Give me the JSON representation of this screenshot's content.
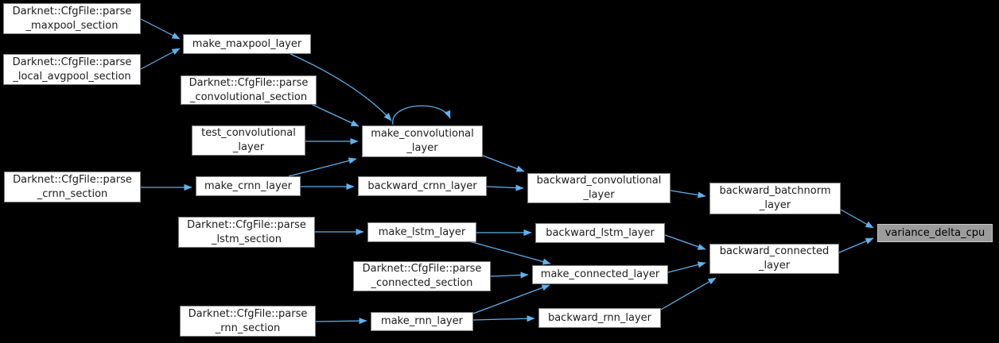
{
  "diagram": {
    "kind": "call-graph",
    "highlighted_node": "variance_delta_cpu",
    "nodes": [
      {
        "id": "parse_maxpool_section",
        "label": "Darknet::CfgFile::parse\n_maxpool_section"
      },
      {
        "id": "parse_local_avgpool_section",
        "label": "Darknet::CfgFile::parse\n_local_avgpool_section"
      },
      {
        "id": "make_maxpool_layer",
        "label": "make_maxpool_layer"
      },
      {
        "id": "parse_convolutional_section",
        "label": "Darknet::CfgFile::parse\n_convolutional_section"
      },
      {
        "id": "test_convolutional_layer",
        "label": "test_convolutional\n_layer"
      },
      {
        "id": "parse_crnn_section",
        "label": "Darknet::CfgFile::parse\n_crnn_section"
      },
      {
        "id": "make_crnn_layer",
        "label": "make_crnn_layer"
      },
      {
        "id": "make_convolutional_layer",
        "label": "make_convolutional\n_layer"
      },
      {
        "id": "backward_crnn_layer",
        "label": "backward_crnn_layer"
      },
      {
        "id": "backward_convolutional_layer",
        "label": "backward_convolutional\n_layer"
      },
      {
        "id": "backward_batchnorm_layer",
        "label": "backward_batchnorm\n_layer"
      },
      {
        "id": "variance_delta_cpu",
        "label": "variance_delta_cpu",
        "highlighted": true
      },
      {
        "id": "backward_connected_layer",
        "label": "backward_connected\n_layer"
      },
      {
        "id": "parse_lstm_section",
        "label": "Darknet::CfgFile::parse\n_lstm_section"
      },
      {
        "id": "make_lstm_layer",
        "label": "make_lstm_layer"
      },
      {
        "id": "backward_lstm_layer",
        "label": "backward_lstm_layer"
      },
      {
        "id": "parse_connected_section",
        "label": "Darknet::CfgFile::parse\n_connected_section"
      },
      {
        "id": "make_connected_layer",
        "label": "make_connected_layer"
      },
      {
        "id": "parse_rnn_section",
        "label": "Darknet::CfgFile::parse\n_rnn_section"
      },
      {
        "id": "make_rnn_layer",
        "label": "make_rnn_layer"
      },
      {
        "id": "backward_rnn_layer",
        "label": "backward_rnn_layer"
      }
    ],
    "edges": [
      {
        "from": "parse_maxpool_section",
        "to": "make_maxpool_layer"
      },
      {
        "from": "parse_local_avgpool_section",
        "to": "make_maxpool_layer"
      },
      {
        "from": "make_maxpool_layer",
        "to": "make_convolutional_layer"
      },
      {
        "from": "parse_convolutional_section",
        "to": "make_convolutional_layer"
      },
      {
        "from": "test_convolutional_layer",
        "to": "make_convolutional_layer"
      },
      {
        "from": "make_crnn_layer",
        "to": "make_convolutional_layer"
      },
      {
        "from": "make_convolutional_layer",
        "to": "make_convolutional_layer"
      },
      {
        "from": "make_convolutional_layer",
        "to": "backward_convolutional_layer"
      },
      {
        "from": "parse_crnn_section",
        "to": "make_crnn_layer"
      },
      {
        "from": "make_crnn_layer",
        "to": "backward_crnn_layer"
      },
      {
        "from": "backward_crnn_layer",
        "to": "backward_convolutional_layer"
      },
      {
        "from": "backward_convolutional_layer",
        "to": "backward_batchnorm_layer"
      },
      {
        "from": "backward_batchnorm_layer",
        "to": "variance_delta_cpu"
      },
      {
        "from": "parse_lstm_section",
        "to": "make_lstm_layer"
      },
      {
        "from": "make_lstm_layer",
        "to": "backward_lstm_layer"
      },
      {
        "from": "make_lstm_layer",
        "to": "make_connected_layer"
      },
      {
        "from": "backward_lstm_layer",
        "to": "backward_connected_layer"
      },
      {
        "from": "parse_connected_section",
        "to": "make_connected_layer"
      },
      {
        "from": "make_connected_layer",
        "to": "backward_connected_layer"
      },
      {
        "from": "backward_connected_layer",
        "to": "variance_delta_cpu"
      },
      {
        "from": "parse_rnn_section",
        "to": "make_rnn_layer"
      },
      {
        "from": "make_rnn_layer",
        "to": "make_connected_layer"
      },
      {
        "from": "make_rnn_layer",
        "to": "backward_rnn_layer"
      },
      {
        "from": "backward_rnn_layer",
        "to": "backward_connected_layer"
      }
    ],
    "colors": {
      "background": "#000000",
      "arrow": "#5eb2f0",
      "node_fill": "#ffffff",
      "node_border": "#7d7d7d",
      "node_text": "#1c1c1c",
      "highlight_fill": "#9c9c9c",
      "highlight_border": "#c6c6c6",
      "highlight_text": "#000000"
    }
  }
}
